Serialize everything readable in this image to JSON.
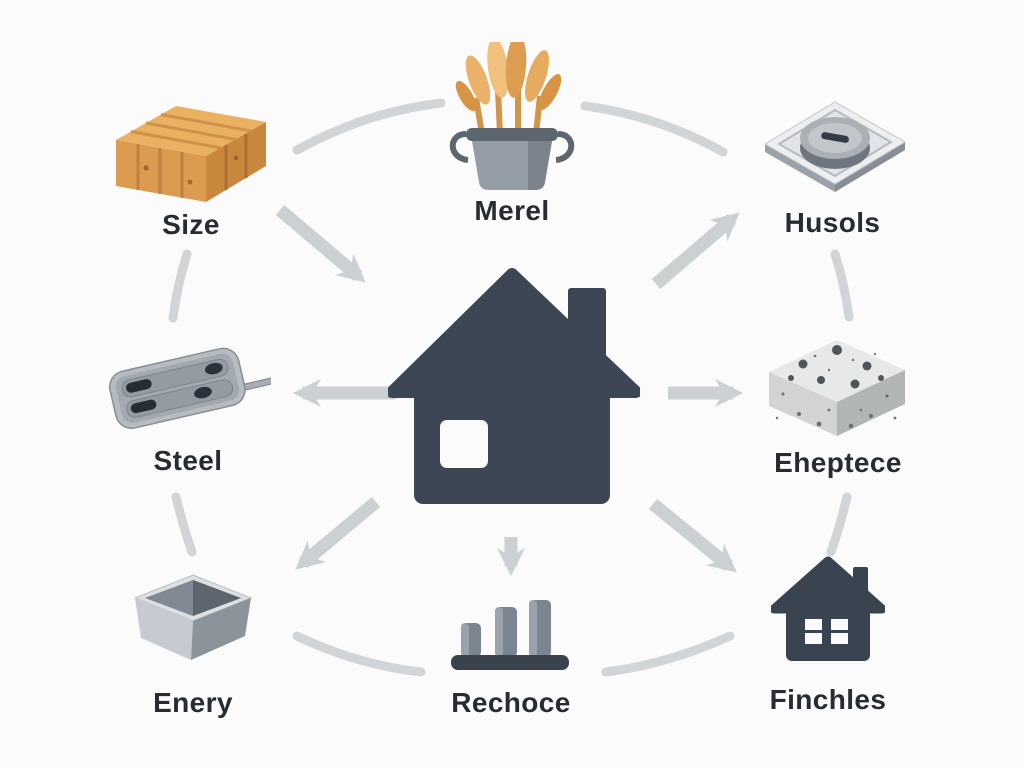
{
  "nodes": [
    {
      "id": "size",
      "label": "Size",
      "icon": "wood-planks-icon",
      "position": "top-left"
    },
    {
      "id": "merel",
      "label": "Merel",
      "icon": "utensil-pot-icon",
      "position": "top-center"
    },
    {
      "id": "husols",
      "label": "Husols",
      "icon": "gauge-plate-icon",
      "position": "top-right"
    },
    {
      "id": "steel",
      "label": "Steel",
      "icon": "steel-tray-icon",
      "position": "mid-left"
    },
    {
      "id": "eheptece",
      "label": "Eheptece",
      "icon": "concrete-block-icon",
      "position": "mid-right"
    },
    {
      "id": "enery",
      "label": "Enery",
      "icon": "metal-box-icon",
      "position": "bottom-left"
    },
    {
      "id": "rechoce",
      "label": "Rechoce",
      "icon": "bar-chart-icon",
      "position": "bottom-center"
    },
    {
      "id": "finchles",
      "label": "Finchles",
      "icon": "small-house-icon",
      "position": "bottom-right"
    }
  ],
  "center": {
    "icon": "house-icon"
  },
  "connections": [
    {
      "from": "size",
      "to": "center",
      "type": "arrow"
    },
    {
      "from": "center",
      "to": "husols",
      "type": "arrow"
    },
    {
      "from": "center",
      "to": "steel",
      "type": "arrow"
    },
    {
      "from": "center",
      "to": "eheptece",
      "type": "arrow"
    },
    {
      "from": "center",
      "to": "enery",
      "type": "arrow"
    },
    {
      "from": "center",
      "to": "rechoce",
      "type": "arrow"
    },
    {
      "from": "center",
      "to": "finchles",
      "type": "arrow"
    },
    {
      "from": "size",
      "to": "merel",
      "type": "arc"
    },
    {
      "from": "merel",
      "to": "husols",
      "type": "arc"
    },
    {
      "from": "size",
      "to": "steel",
      "type": "arc"
    },
    {
      "from": "husols",
      "to": "eheptece",
      "type": "arc"
    },
    {
      "from": "steel",
      "to": "enery",
      "type": "arc"
    },
    {
      "from": "eheptece",
      "to": "finchles",
      "type": "arc"
    },
    {
      "from": "enery",
      "to": "rechoce",
      "type": "arc"
    },
    {
      "from": "rechoce",
      "to": "finchles",
      "type": "arc"
    }
  ],
  "colors": {
    "background": "#fbfbfc",
    "arrow": "#cbd0d3",
    "arc": "#d2d5d8",
    "center_house": "#3d4654",
    "small_house": "#3a4350",
    "label_text": "#272c33"
  }
}
